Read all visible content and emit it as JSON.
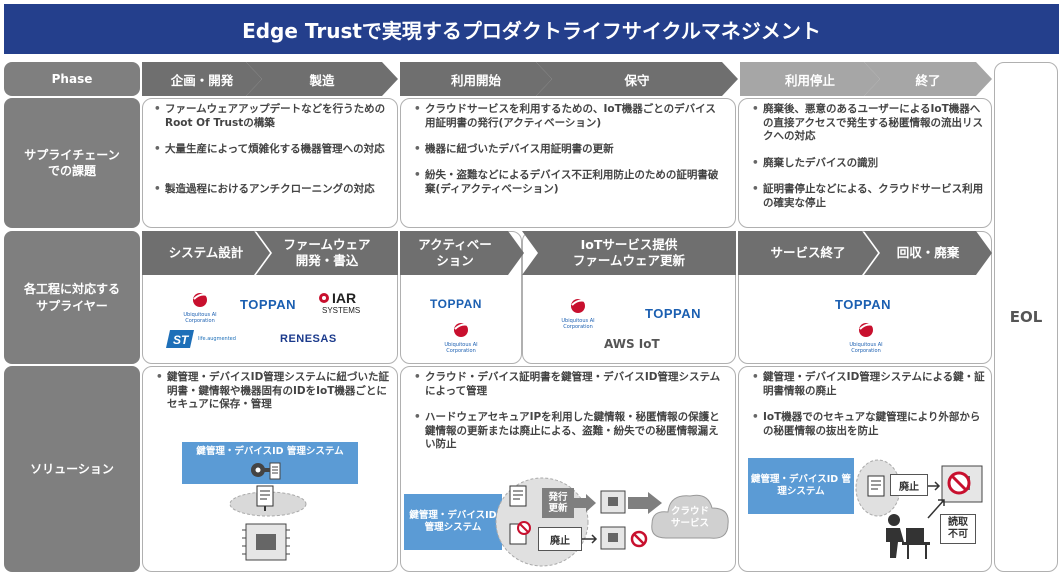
{
  "title": "Edge Trustで実現するプロダクトライフサイクルマネジメント",
  "rows": {
    "phase": "Phase",
    "supply_chain_issues": "サプライチェーン\nでの課題",
    "suppliers": "各工程に対応する\nサプライヤー",
    "solution": "ソリューション"
  },
  "phases": [
    "企画・開発",
    "製造",
    "利用開始",
    "保守",
    "利用停止",
    "終了"
  ],
  "eol": "EOL",
  "issues": {
    "col1": [
      "ファームウェアアップデートなどを行うためのRoot Of Trustの構築",
      "大量生産によって煩雑化する機器管理への対応",
      "製造過程におけるアンチクローニングの対応"
    ],
    "col2": [
      "クラウドサービスを利用するための、IoT機器ごとのデバイス用証明書の発行(アクティベーション)",
      "機器に紐づいたデバイス用証明書の更新",
      "紛失・盗難などによるデバイス不正利用防止のための証明書破棄(ディアクティベーション)"
    ],
    "col3": [
      "廃棄後、悪意のあるユーザーによるIoT機器への直接アクセスで発生する秘匿情報の流出リスクへの対応",
      "廃棄したデバイスの識別",
      "証明書停止などによる、クラウドサービス利用の確実な停止"
    ]
  },
  "stages": {
    "system_design": "システム設計",
    "firmware": "ファームウェア\n開発・書込",
    "activation": "アクティベー\nション",
    "iot_service": "IoTサービス提供\nファームウェア更新",
    "service_end": "サービス終了",
    "recovery": "回収・廃棄"
  },
  "logos": {
    "ubiquitous": "Ubiquitous AI Corporation",
    "toppan": "TOPPAN",
    "iar_top": "IAR",
    "iar_bottom": "SYSTEMS",
    "st_sub": "life.augmented",
    "renesas": "RENESAS",
    "aws": "AWS IoT"
  },
  "solutions": {
    "col1": [
      "鍵管理・デバイスID管理システムに紐づいた証明書・鍵情報や機器固有のIDをIoT機器ごとにセキュアに保存・管理"
    ],
    "col2": [
      "クラウド・デバイス証明書を鍵管理・デバイスID管理システムによって管理",
      "ハードウェアセキュアIPを利用した鍵情報・秘匿情報の保護と鍵情報の更新または廃止による、盗難・紛失での秘匿情報漏えい防止"
    ],
    "col3": [
      "鍵管理・デバイスID管理システムによる鍵・証明書情報の廃止",
      "IoT機器でのセキュアな鍵管理により外部からの秘匿情報の抜出を防止"
    ]
  },
  "diagram": {
    "kms1": "鍵管理・デバイスID 管理システム",
    "kms2": "鍵管理・デバイスID\n管理システム",
    "kms3": "鍵管理・デバイスID 管理システム",
    "issue_update": "発行\n更新",
    "revoke": "廃止",
    "cloud": "クラウド\nサービス",
    "revoke3": "廃止",
    "unreadable": "読取\n不可"
  },
  "colors": {
    "title_bg": "#243f8c",
    "header_gray": "#7f7f7f",
    "arrow_dark": "#6f6f6f",
    "arrow_light": "#a6a6a6",
    "accent_blue": "#5b9bd5",
    "toppan_blue": "#1b5fb1",
    "ubiquitous_red": "#c8102e"
  }
}
